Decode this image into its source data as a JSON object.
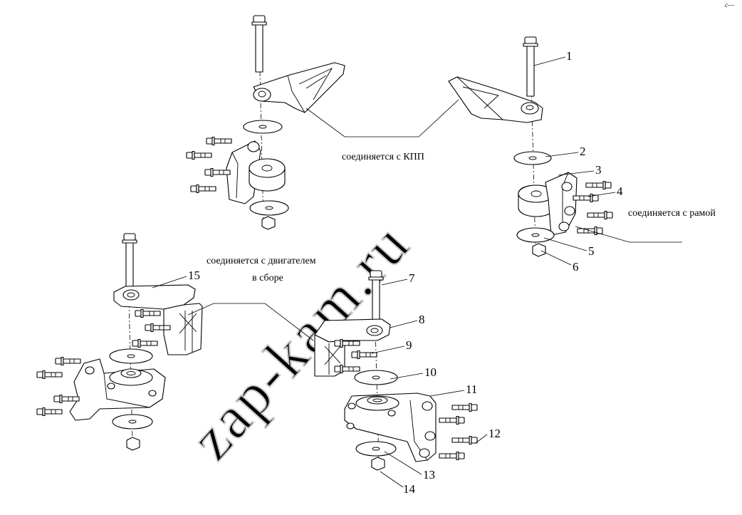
{
  "watermark": "zap-kam.ru",
  "annotations": {
    "kpp": "соединяется с КПП",
    "frame": "соединяется с рамой",
    "engine_line1": "соединяется с двигателем",
    "engine_line2": "в сборе"
  },
  "callouts": [
    "1",
    "2",
    "3",
    "4",
    "5",
    "6",
    "7",
    "8",
    "9",
    "10",
    "11",
    "12",
    "13",
    "14",
    "15"
  ],
  "corner_mark": "c—"
}
